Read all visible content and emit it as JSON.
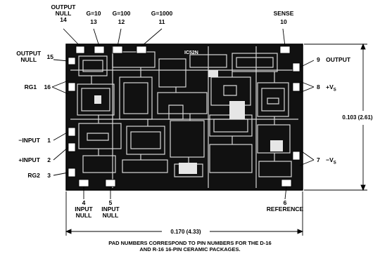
{
  "figure": {
    "die_mark": "IC52N",
    "caption_line1": "PAD NUMBERS CORRESPOND TO PIN NUMBERS FOR THE D-16",
    "caption_line2": "AND R-16 16-PIN CERAMIC PACKAGES."
  },
  "pads": {
    "output_null_14": {
      "name": "OUTPUT\nNULL",
      "num": "14"
    },
    "g10": {
      "name": "G=10",
      "num": "13"
    },
    "g100": {
      "name": "G=100",
      "num": "12"
    },
    "g1000": {
      "name": "G=1000",
      "num": "11"
    },
    "sense": {
      "name": "SENSE",
      "num": "10"
    },
    "output_null_15": {
      "name": "OUTPUT\nNULL",
      "num": "15"
    },
    "rg1": {
      "name": "RG1",
      "num": "16"
    },
    "minus_input": {
      "name": "−INPUT",
      "num": "1"
    },
    "plus_input": {
      "name": "+INPUT",
      "num": "2"
    },
    "rg2": {
      "name": "RG2",
      "num": "3"
    },
    "output": {
      "num": "9",
      "name": "OUTPUT"
    },
    "plus_vs": {
      "num": "8",
      "name": "+V",
      "sub": "S"
    },
    "minus_vs": {
      "num": "7",
      "name": "−V",
      "sub": "S"
    },
    "input_null_4": {
      "num": "4",
      "name": "INPUT\nNULL"
    },
    "input_null_5": {
      "num": "5",
      "name": "INPUT\nNULL"
    },
    "reference": {
      "num": "6",
      "name": "REFERENCE"
    }
  },
  "dimensions": {
    "height": "0.103 (2.61)",
    "width": "0.170 (4.33)"
  }
}
